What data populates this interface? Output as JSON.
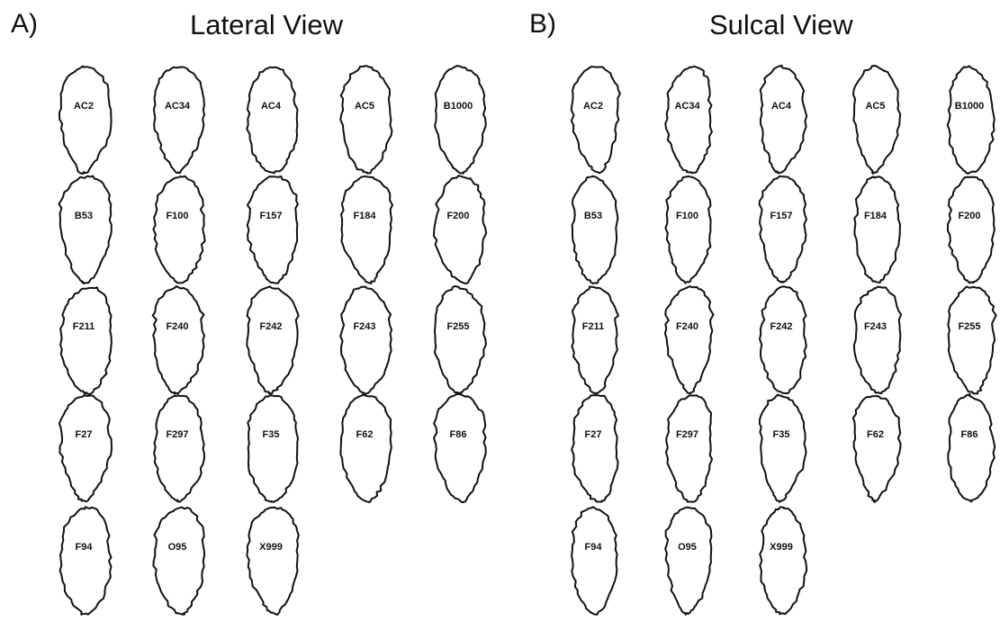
{
  "panels": [
    {
      "label": "A)",
      "title": "Lateral View",
      "specimens": [
        "AC2",
        "AC34",
        "AC4",
        "AC5",
        "B1000",
        "B53",
        "F100",
        "F157",
        "F184",
        "F200",
        "F211",
        "F240",
        "F242",
        "F243",
        "F255",
        "F27",
        "F297",
        "F35",
        "F62",
        "F86",
        "F94",
        "O95",
        "X999"
      ]
    },
    {
      "label": "B)",
      "title": "Sulcal View",
      "specimens": [
        "AC2",
        "AC34",
        "AC4",
        "AC5",
        "B1000",
        "B53",
        "F100",
        "F157",
        "F184",
        "F200",
        "F211",
        "F240",
        "F242",
        "F243",
        "F255",
        "F27",
        "F297",
        "F35",
        "F62",
        "F86",
        "F94",
        "O95",
        "X999"
      ]
    }
  ]
}
